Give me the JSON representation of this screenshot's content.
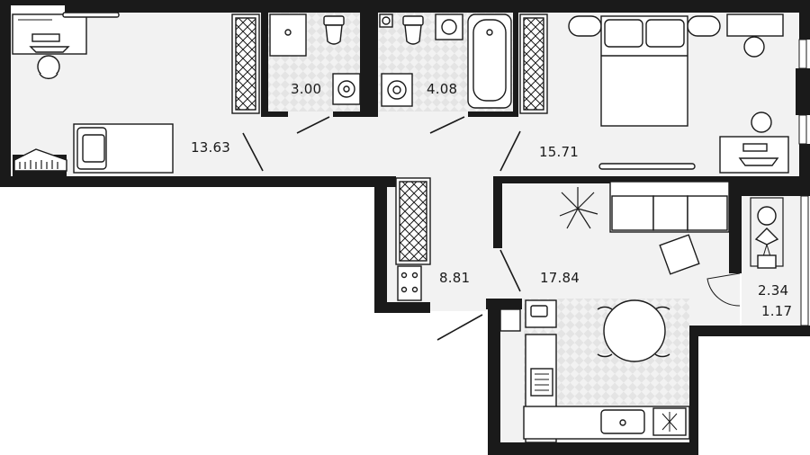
{
  "plan": {
    "wall_color": "#1a1a1a",
    "floor_color": "#f2f2f2",
    "tile_color": "#e6e6e6",
    "furniture_stroke": "#1a1a1a"
  },
  "rooms": [
    {
      "id": "bedroom-left",
      "area": "13.63"
    },
    {
      "id": "toilet",
      "area": "3.00"
    },
    {
      "id": "bathroom",
      "area": "4.08"
    },
    {
      "id": "bedroom-right",
      "area": "15.71"
    },
    {
      "id": "hallway",
      "area": "8.81"
    },
    {
      "id": "living-kitchen",
      "area": "17.84"
    },
    {
      "id": "balcony",
      "area": "2.34"
    },
    {
      "id": "balcony-reduced",
      "area": "1.17"
    }
  ]
}
